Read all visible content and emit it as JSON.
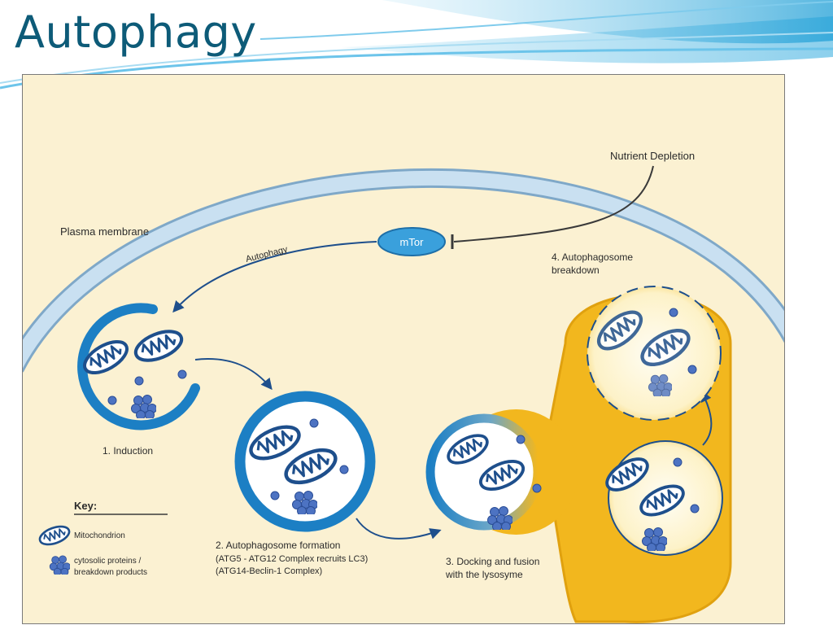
{
  "slide": {
    "title": "Autophagy"
  },
  "colors": {
    "title": "#0d5b78",
    "background": "#fbf1d2",
    "membrane": "#bfd9ee",
    "vesicle_blue": "#1c7fc4",
    "lysosome": "#f2b71e",
    "mtor": "#3aa0dc"
  },
  "diagram": {
    "nutrient_depletion": "Nutrient Depletion",
    "plasma_membrane": "Plasma membrane",
    "autophagy_arrow": "Autophagy",
    "mtor": "mTor",
    "stages": {
      "induction": "1. Induction",
      "formation_title": "2. Autophagosome formation",
      "formation_line2": "(ATG5 - ATG12 Complex recruits LC3)",
      "formation_line3": "(ATG14-Beclin-1 Complex)",
      "docking_line1": "3. Docking and fusion",
      "docking_line2": "with the lysosyme",
      "breakdown_line1": "4. Autophagosome",
      "breakdown_line2": "breakdown"
    },
    "key": {
      "title": "Key:",
      "mitochondrion": "Mitochondrion",
      "proteins_line1": "cytosolic proteins /",
      "proteins_line2": "breakdown products"
    }
  }
}
